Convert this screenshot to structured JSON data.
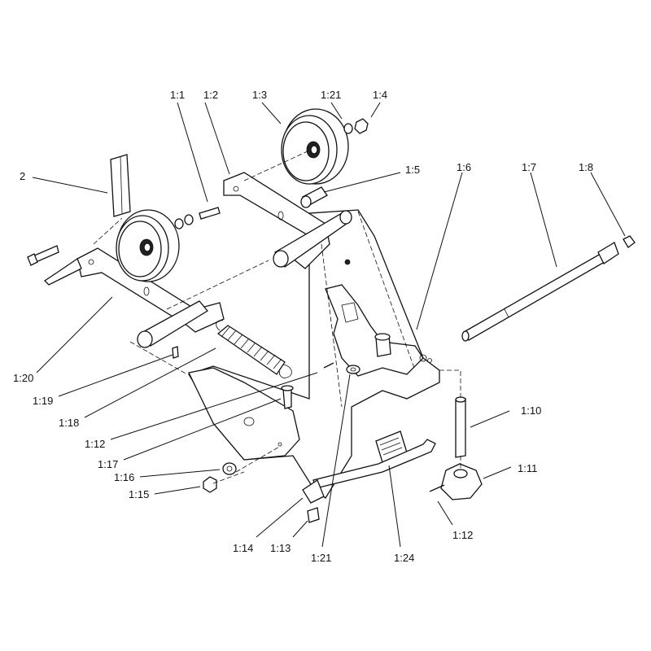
{
  "callouts": [
    {
      "id": "c-1-1",
      "text": "1:1"
    },
    {
      "id": "c-1-2",
      "text": "1:2"
    },
    {
      "id": "c-1-3",
      "text": "1:3"
    },
    {
      "id": "c-1-21a",
      "text": "1:21"
    },
    {
      "id": "c-1-4",
      "text": "1:4"
    },
    {
      "id": "c-1-5",
      "text": "1:5"
    },
    {
      "id": "c-1-6",
      "text": "1:6"
    },
    {
      "id": "c-1-7",
      "text": "1:7"
    },
    {
      "id": "c-1-8",
      "text": "1:8"
    },
    {
      "id": "c-2",
      "text": "2"
    },
    {
      "id": "c-1-20",
      "text": "1:20"
    },
    {
      "id": "c-1-19",
      "text": "1:19"
    },
    {
      "id": "c-1-18",
      "text": "1:18"
    },
    {
      "id": "c-1-12a",
      "text": "1:12"
    },
    {
      "id": "c-1-17",
      "text": "1:17"
    },
    {
      "id": "c-1-16",
      "text": "1:16"
    },
    {
      "id": "c-1-15",
      "text": "1:15"
    },
    {
      "id": "c-1-14",
      "text": "1:14"
    },
    {
      "id": "c-1-13",
      "text": "1:13"
    },
    {
      "id": "c-1-21b",
      "text": "1:21"
    },
    {
      "id": "c-1-24",
      "text": "1:24"
    },
    {
      "id": "c-1-10",
      "text": "1:10"
    },
    {
      "id": "c-1-11",
      "text": "1:11"
    },
    {
      "id": "c-1-12b",
      "text": "1:12"
    }
  ]
}
